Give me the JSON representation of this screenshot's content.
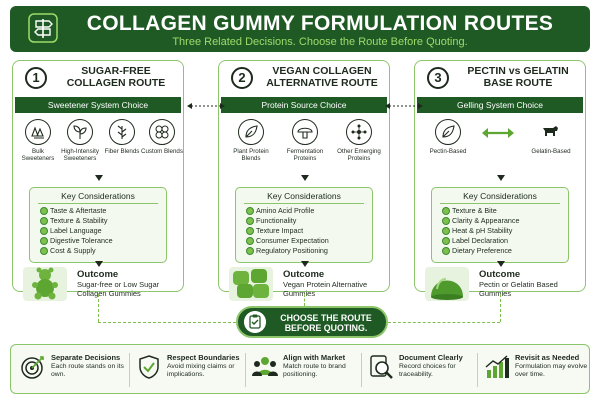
{
  "header": {
    "title": "COLLAGEN GUMMY FORMULATION ROUTES",
    "subtitle": "Three Related Decisions. Choose the Route Before Quoting."
  },
  "routes": [
    {
      "number": "1",
      "title_line1": "SUGAR-FREE",
      "title_line2": "COLLAGEN ROUTE",
      "bar": "Sweetener System Choice",
      "options": [
        {
          "label": "Bulk Sweeteners",
          "icon": "crystals-icon"
        },
        {
          "label": "High-Intensity Sweeteners",
          "icon": "leaf-sprout-icon"
        },
        {
          "label": "Fiber Blends",
          "icon": "plant-icon"
        },
        {
          "label": "Custom Blends",
          "icon": "clover-icon"
        }
      ],
      "kc_title": "Key Considerations",
      "considerations": [
        "Taste & Aftertaste",
        "Texture & Stability",
        "Label Language",
        "Digestive Tolerance",
        "Cost & Supply"
      ],
      "outcome_title": "Outcome",
      "outcome_desc": "Sugar-free or Low Sugar Collagen Gummies"
    },
    {
      "number": "2",
      "title_line1": "VEGAN COLLAGEN",
      "title_line2": "ALTERNATIVE ROUTE",
      "bar": "Protein Source Choice",
      "options": [
        {
          "label": "Plant Protein Blends",
          "icon": "leaf-icon"
        },
        {
          "label": "Fermentation Proteins",
          "icon": "mushroom-icon"
        },
        {
          "label": "Other Emerging Proteins",
          "icon": "molecule-icon"
        }
      ],
      "kc_title": "Key Considerations",
      "considerations": [
        "Amino Acid Profile",
        "Functionality",
        "Texture Impact",
        "Consumer Expectation",
        "Regulatory Positioning"
      ],
      "outcome_title": "Outcome",
      "outcome_desc": "Vegan Protein Alternative Gummies"
    },
    {
      "number": "3",
      "title_line1": "PECTIN vs GELATIN",
      "title_line2": "BASE ROUTE",
      "bar": "Gelling System Choice",
      "options": [
        {
          "label": "Pectin-Based",
          "icon": "leaf-icon"
        },
        {
          "label": "Gelatin-Based",
          "icon": "cow-icon"
        }
      ],
      "kc_title": "Key Considerations",
      "considerations": [
        "Texture & Bite",
        "Clarity & Appearance",
        "Heat & pH Stability",
        "Label Declaration",
        "Dietary Preference"
      ],
      "outcome_title": "Outcome",
      "outcome_desc": "Pectin or Gelatin Based Gummies"
    }
  ],
  "cta": {
    "line1": "CHOOSE THE ROUTE",
    "line2": "BEFORE QUOTING."
  },
  "footer": [
    {
      "title": "Separate Decisions",
      "desc": "Each route stands on its own.",
      "icon": "target-icon"
    },
    {
      "title": "Respect Boundaries",
      "desc": "Avoid mixing claims or implications.",
      "icon": "shield-check-icon"
    },
    {
      "title": "Align with Market",
      "desc": "Match route to brand positioning.",
      "icon": "people-icon"
    },
    {
      "title": "Document Clearly",
      "desc": "Record choices for traceability.",
      "icon": "magnifier-icon"
    },
    {
      "title": "Revisit as Needed",
      "desc": "Formulation may evolve over time.",
      "icon": "bar-chart-icon"
    }
  ],
  "colors": {
    "dark_green": "#1f5a25",
    "accent_green": "#7fbf4d",
    "light_green": "#8cc56a"
  }
}
